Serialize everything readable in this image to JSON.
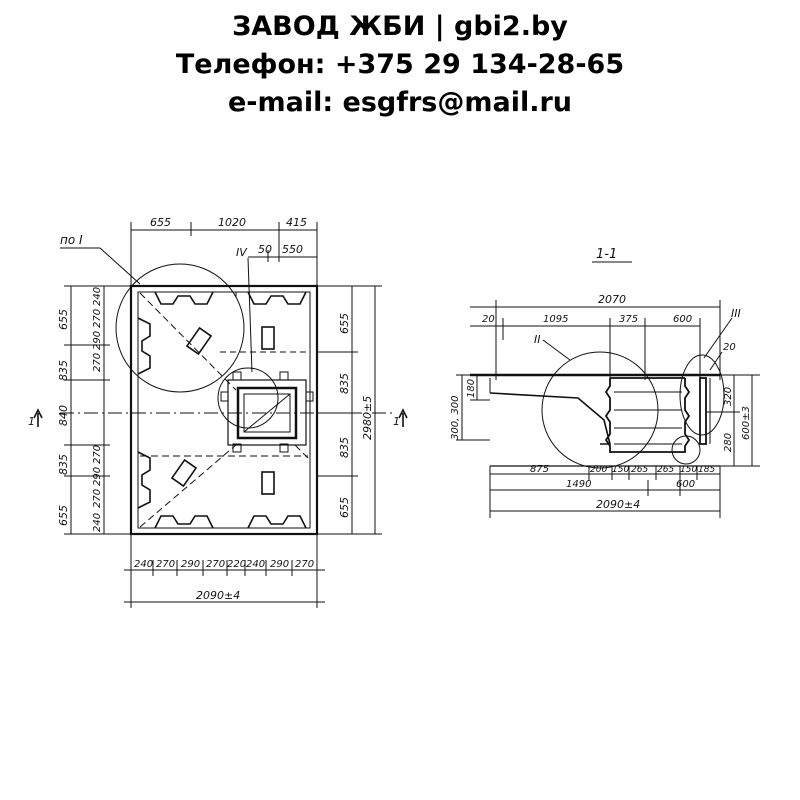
{
  "header": {
    "line1": "ЗАВОД ЖБИ | gbi2.by",
    "line2": "Телефон: +375 29 134-28-65",
    "line3": "e-mail: esgfrs@mail.ru"
  },
  "plan": {
    "callout_label": "по I",
    "callout_iv_label": "IV",
    "cut_marks": [
      "1",
      "1"
    ],
    "top_dims": [
      "655",
      "1020",
      "415"
    ],
    "top_dims_2": [
      "50",
      "550"
    ],
    "left_dims": [
      "655",
      "835",
      "840",
      "835",
      "655"
    ],
    "left_small_top": [
      "240",
      "270",
      "290",
      "270"
    ],
    "left_small_bottom": [
      "270",
      "290",
      "270",
      "240"
    ],
    "right_dims": [
      "655",
      "835",
      "835",
      "655"
    ],
    "right_total": "2980±5",
    "bottom_dims": [
      "240",
      "270",
      "290",
      "270",
      "220",
      "240",
      "290",
      "270"
    ],
    "bottom_total": "2090±4"
  },
  "section": {
    "title": "1-1",
    "total_top": "2070",
    "top_dims": [
      "20",
      "1095",
      "375",
      "600"
    ],
    "callouts": [
      "II",
      "III"
    ],
    "right_small": "20",
    "left_dims": [
      "180",
      "300, 300"
    ],
    "right_dims": [
      "320",
      "280",
      "600±3"
    ],
    "bottom_row": [
      "875",
      "200",
      "150",
      "265",
      "265",
      "150",
      "185"
    ],
    "bottom_row2": [
      "1490",
      "600"
    ],
    "bottom_total": "2090±4"
  }
}
